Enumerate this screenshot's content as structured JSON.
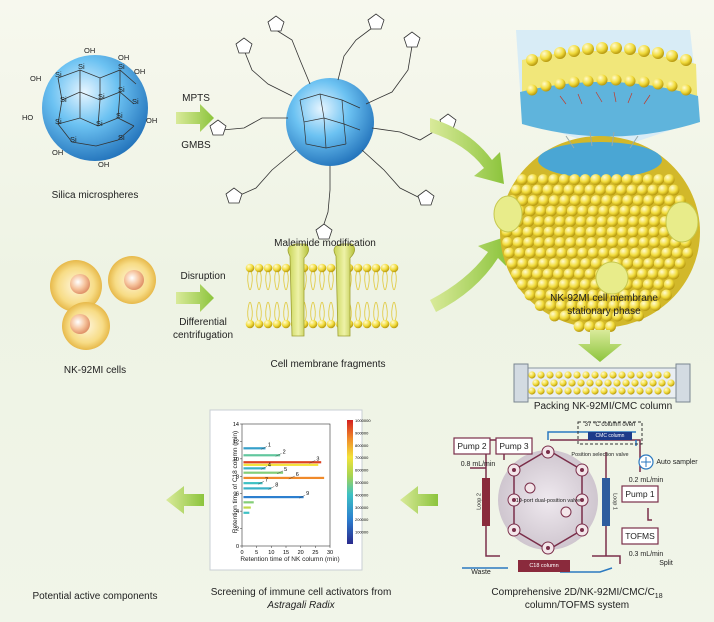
{
  "labels": {
    "silica": "Silica microspheres",
    "mpts": "MPTS",
    "gmbs": "GMBS",
    "maleimide": "Maleimide modification",
    "disruption": "Disruption",
    "differential": "Differential",
    "centrifugation": "centrifugation",
    "nkcells": "NK-92MI cells",
    "fragments": "Cell membrane fragments",
    "stationary_1": "NK-92MI cell membrane",
    "stationary_2": "stationary phase",
    "packing": "Packing NK-92MI/CMC column",
    "potential": "Potential active components",
    "screening_1": "Screening of immune cell activators from",
    "screening_2": "Astragali Radix",
    "system_1": "Comprehensive 2D/NK-92MI/CMC/C",
    "system_sub": "18",
    "system_2": "column/TOFMS system"
  },
  "schematic": {
    "pump2": "Pump 2",
    "pump3": "Pump 3",
    "pump1": "Pump 1",
    "tofms": "TOFMS",
    "oven": "37 °C column oven",
    "cmc_column": "CMC column",
    "flow_08": "0.8 mL/min",
    "flow_02": "0.2 mL/min",
    "flow_03": "0.3 mL/min",
    "autosampler": "Auto sampler",
    "position_valve": "Position selection valve",
    "dual_valve": "10-port dual-position valve",
    "loop1": "Loop 1",
    "loop2": "Loop 2",
    "c18": "C18 column",
    "waste": "Waste",
    "split": "Split"
  },
  "chart_data": {
    "type": "heatmap",
    "xlabel": "Retention time of NK column (min)",
    "ylabel": "Retention time of C18 column (min)",
    "xlim": [
      0,
      30
    ],
    "ylim": [
      0,
      14
    ],
    "xticks": [
      0,
      5,
      10,
      15,
      20,
      25,
      30
    ],
    "yticks": [
      0,
      2,
      4,
      6,
      8,
      10,
      12,
      14
    ],
    "colorbar_ticks": [
      100000,
      200000,
      300000,
      400000,
      500000,
      600000,
      700000,
      800000,
      900000,
      1000000
    ],
    "colorbar_range": [
      0,
      1000000
    ],
    "peaks": [
      {
        "label": "1",
        "x": 8.5,
        "y": 11.2
      },
      {
        "label": "2",
        "x": 13.5,
        "y": 10.4
      },
      {
        "label": "3",
        "x": 25.0,
        "y": 9.6
      },
      {
        "label": "4",
        "x": 8.5,
        "y": 8.9
      },
      {
        "label": "5",
        "x": 14.0,
        "y": 8.4
      },
      {
        "label": "6",
        "x": 18.0,
        "y": 7.8
      },
      {
        "label": "7",
        "x": 7.5,
        "y": 7.2
      },
      {
        "label": "8",
        "x": 11.0,
        "y": 6.6
      },
      {
        "label": "9",
        "x": 21.5,
        "y": 5.6
      }
    ],
    "streaks": [
      {
        "y": 11.2,
        "x_end": 8,
        "level": 0.3
      },
      {
        "y": 10.4,
        "x_end": 13,
        "level": 0.45
      },
      {
        "y": 9.6,
        "x_end": 27,
        "level": 0.95
      },
      {
        "y": 9.3,
        "x_end": 26,
        "level": 0.7
      },
      {
        "y": 8.9,
        "x_end": 8,
        "level": 0.35
      },
      {
        "y": 8.4,
        "x_end": 14,
        "level": 0.5
      },
      {
        "y": 7.8,
        "x_end": 28,
        "level": 0.85
      },
      {
        "y": 7.2,
        "x_end": 7,
        "level": 0.4
      },
      {
        "y": 6.6,
        "x_end": 10,
        "level": 0.35
      },
      {
        "y": 5.6,
        "x_end": 21,
        "level": 0.2
      },
      {
        "y": 5.0,
        "x_end": 4,
        "level": 0.5
      },
      {
        "y": 4.4,
        "x_end": 3,
        "level": 0.6
      },
      {
        "y": 3.8,
        "x_end": 2.5,
        "level": 0.4
      }
    ]
  }
}
